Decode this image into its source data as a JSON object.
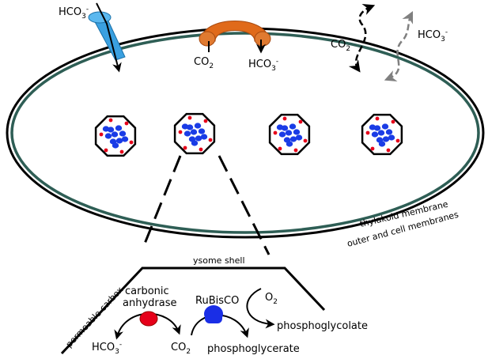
{
  "labels": {
    "hco3_top_left": "HCO",
    "hco3_top_left_sub": "3",
    "hco3_top_left_sup": "-",
    "co2_carrier": "CO",
    "co2_carrier_sub": "2",
    "hco3_carrier": "HCO",
    "hco3_carrier_sub": "3",
    "hco3_carrier_sup": "-",
    "co2_diffusion": "CO",
    "co2_diffusion_sub": "2",
    "hco3_diffusion": "HCO",
    "hco3_diffusion_sub": "3",
    "hco3_diffusion_sup": "-",
    "thylakoid_membrane": "thylakoid membrane",
    "outer_cell_membranes": "outer and cell membranes",
    "shell_label_left": "permeable carbox",
    "shell_label_right": "ysome shell",
    "carbonic_anhydrase_1": "carbonic",
    "carbonic_anhydrase_2": "anhydrase",
    "rubisco": "RuBisCO",
    "o2": "O",
    "o2_sub": "2",
    "phosphoglycolate": "phosphoglycolate",
    "hco3_bottom": "HCO",
    "hco3_bottom_sub": "3",
    "hco3_bottom_sup": "-",
    "co2_bottom": "CO",
    "co2_bottom_sub": "2",
    "phosphoglycerate": "phosphoglycerate"
  },
  "colors": {
    "membrane_outer": "#000000",
    "membrane_thylakoid": "#2e5e55",
    "transporter_blue": "#3aa0e0",
    "carrier_orange": "#e06a1a",
    "co2_dot_blue": "#1a3ce6",
    "enzyme_red": "#e6001a",
    "enzyme_blue": "#1a2ee6",
    "diffusion_gray": "#808080"
  },
  "icons": {
    "transporter": "bicarbonate-transporter-icon",
    "carrier": "carbonic-anhydrase-complex-icon",
    "carboxysome": "carboxysome-icon",
    "ca_enzyme": "carbonic-anhydrase-enzyme-icon",
    "rubisco_enzyme": "rubisco-enzyme-icon"
  }
}
